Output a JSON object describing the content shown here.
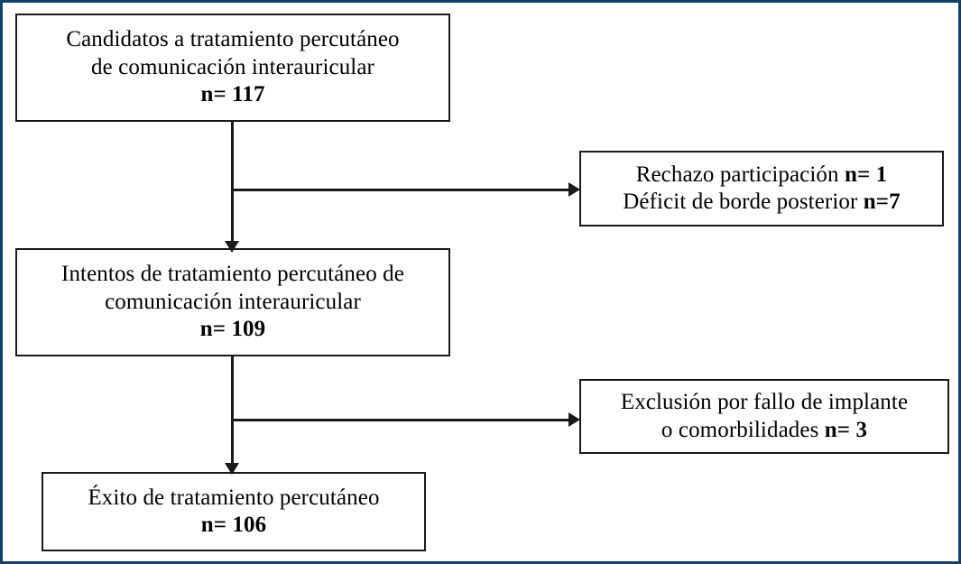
{
  "figure": {
    "type": "flowchart",
    "language": "es",
    "border_color": "#13406b",
    "line_color": "#1a1a1a",
    "box_fill": "#ffffff"
  },
  "nodes": {
    "candidates": {
      "line1": "Candidatos a tratamiento percutáneo",
      "line2": "de comunicación interauricular",
      "n_label": "n= 117"
    },
    "attempts": {
      "line1": "Intentos de tratamiento percutáneo de",
      "line2": "comunicación interauricular",
      "n_label": "n= 109"
    },
    "success": {
      "line1": "Éxito de tratamiento percutáneo",
      "n_label": "n= 106"
    },
    "excluded_top": {
      "line1_text": "Rechazo participación ",
      "line1_n": "n= 1",
      "line2_text": "Déficit de borde posterior ",
      "line2_n": "n=7"
    },
    "excluded_bottom": {
      "line1_text": "Exclusión por fallo de implante",
      "line2_text": "o comorbilidades ",
      "line2_n": "n= 3"
    }
  },
  "edges": [
    {
      "name": "candidates-to-attempts",
      "from": "candidates",
      "to": "attempts",
      "direction": "down"
    },
    {
      "name": "candidates-to-excluded-top",
      "from": "candidates",
      "to": "excluded_top",
      "direction": "right"
    },
    {
      "name": "attempts-to-success",
      "from": "attempts",
      "to": "success",
      "direction": "down"
    },
    {
      "name": "attempts-to-excluded-bottom",
      "from": "attempts",
      "to": "excluded_bottom",
      "direction": "right"
    }
  ]
}
